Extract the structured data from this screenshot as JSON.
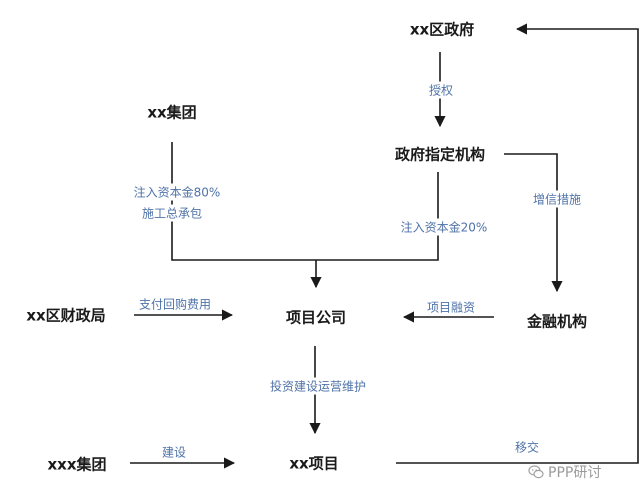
{
  "nodes": {
    "district_gov": "xx区政府",
    "xx_group": "xx集团",
    "designated_agency": "政府指定机构",
    "finance_bureau": "xx区财政局",
    "project_company": "项目公司",
    "financial_institution": "金融机构",
    "xxx_group": "xxx集团",
    "xx_project": "xx项目"
  },
  "edges": {
    "authorize": "授权",
    "inject_80": "注入资本金80%",
    "general_contract": "施工总承包",
    "inject_20": "注入资本金20%",
    "credit_enhancement": "增信措施",
    "buyback_payment": "支付回购费用",
    "project_financing": "项目融资",
    "invest_build_operate": "投资建设运营维护",
    "construct": "建设",
    "transfer": "移交"
  },
  "watermark": "PPP研讨"
}
